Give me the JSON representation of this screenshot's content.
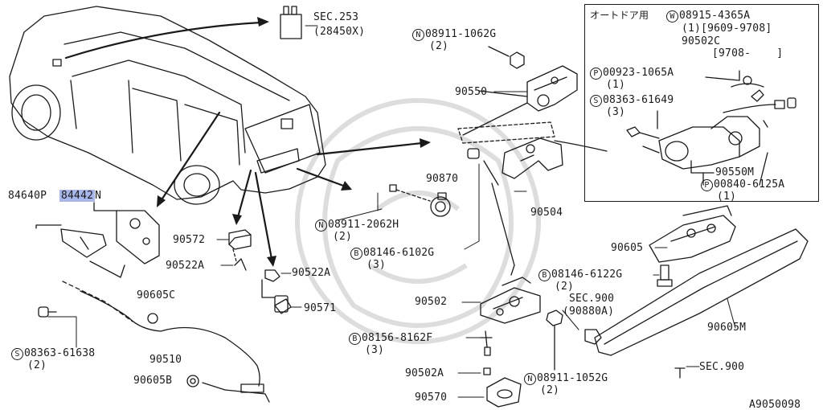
{
  "diagram": {
    "inset_title": "オートドア用",
    "figure_code": "A9050098",
    "labels": {
      "sec253": "SEC.253",
      "sec253_sub": "(28450X)",
      "n08911_1062g": "08911-1062G",
      "n08911_1062g_q": "(2)",
      "p90550": "90550",
      "p84640p": "84640P",
      "p84442n_a": "84442",
      "p84442n_b": "N",
      "p90870": "90870",
      "n08911_2062h": "08911-2062H",
      "n08911_2062h_q": "(2)",
      "p90504": "90504",
      "p90572": "90572",
      "p90522a_1": "90522A",
      "p90522a_2": "90522A",
      "b08146_6102g": "08146-6102G",
      "b08146_6102g_q": "(3)",
      "p90605c": "90605C",
      "p90571": "90571",
      "p90502": "90502",
      "b08146_6122g": "08146-6122G",
      "b08146_6122g_q": "(2)",
      "sec900_a": "SEC.900",
      "sec900_a_sub": "(90880A)",
      "s08363_61638": "08363-61638",
      "s08363_61638_q": "(2)",
      "p90510": "90510",
      "b08156_8162f": "08156-8162F",
      "b08156_8162f_q": "(3)",
      "p90605m": "90605M",
      "p90502a": "90502A",
      "n08911_1052g": "08911-1052G",
      "n08911_1052g_q": "(2)",
      "sec900_b": "SEC.900",
      "p90605b": "90605B",
      "p90570": "90570",
      "p90605": "90605",
      "w08915_4365a": "08915-4365A",
      "w08915_4365a_q": "(1)[9609-9708]",
      "p90502c": "90502C",
      "p90502c_range": "[9708-    ]",
      "p00923_1065a": "00923-1065A",
      "p00923_1065a_q": "(1)",
      "s08363_61649": "08363-61649",
      "s08363_61649_q": "(3)",
      "p90550m": "90550M",
      "p00840_6125a": "00840-6125A",
      "p00840_6125a_q": "(1)"
    },
    "markers": {
      "n": "N",
      "b": "B",
      "s": "S",
      "p": "P",
      "w": "W"
    },
    "colors": {
      "line": "#1a1a1a",
      "highlight": "#a9b6ea",
      "watermark": "#d9d9d9"
    }
  }
}
